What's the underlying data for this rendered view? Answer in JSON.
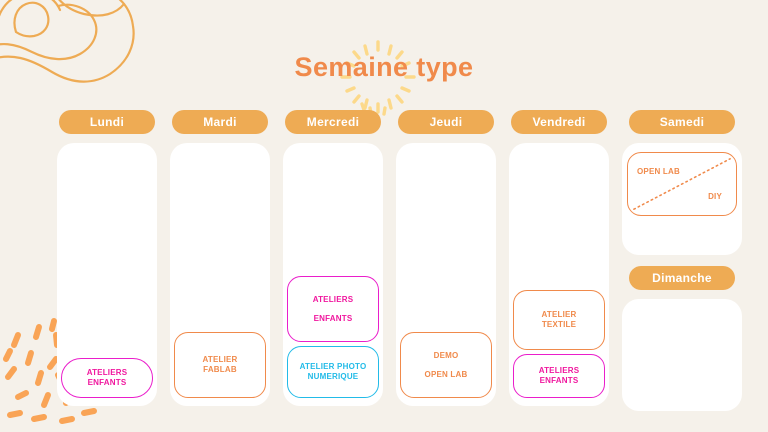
{
  "page": {
    "title": "Semaine type",
    "background_color": "#f5f1ea",
    "title_color": "#f08a4b"
  },
  "colors": {
    "pill": "#eeab54",
    "orange": "#f08a4b",
    "pink": "#f0179e",
    "pink_border": "#ea1ecb",
    "cyan": "#22bbe8",
    "card": "#ffffff"
  },
  "decorations": {
    "contour": "contour-lines-icon",
    "confetti": "confetti-dashes-icon",
    "sparkle": "sparkle-burst-icon"
  },
  "days": [
    {
      "name": "Lundi",
      "events": [
        {
          "lines": [
            "ATELIERS",
            "ENFANTS"
          ],
          "color": "pink"
        }
      ]
    },
    {
      "name": "Mardi",
      "events": [
        {
          "lines": [
            "ATELIER",
            "FABLAB"
          ],
          "color": "orange"
        }
      ]
    },
    {
      "name": "Mercredi",
      "events": [
        {
          "lines": [
            "ATELIERS",
            "ENFANTS"
          ],
          "color": "pink"
        },
        {
          "lines": [
            "ATELIER PHOTO",
            "NUMERIQUE"
          ],
          "color": "cyan"
        }
      ]
    },
    {
      "name": "Jeudi",
      "events": [
        {
          "lines": [
            "DEMO",
            "OPEN LAB"
          ],
          "color": "orange"
        }
      ]
    },
    {
      "name": "Vendredi",
      "events": [
        {
          "lines": [
            "ATELIER",
            "TEXTILE"
          ],
          "color": "orange"
        },
        {
          "lines": [
            "ATELIERS",
            "ENFANTS"
          ],
          "color": "pink"
        }
      ]
    }
  ],
  "weekend": {
    "saturday": {
      "name": "Samedi",
      "split_event": {
        "top_label": "OPEN LAB",
        "bottom_label": "DIY",
        "color": "orange",
        "divider": "dotted-diagonal"
      }
    },
    "sunday": {
      "name": "Dimanche",
      "events": []
    }
  }
}
